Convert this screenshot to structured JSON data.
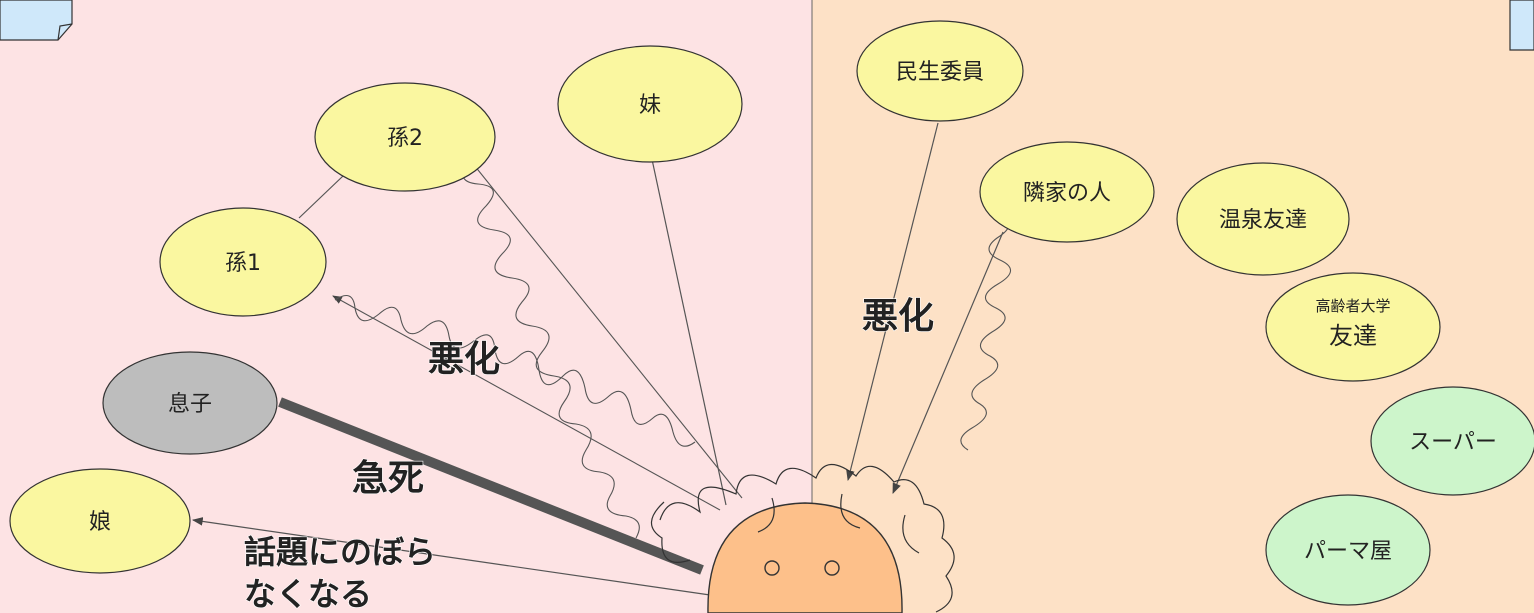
{
  "colors": {
    "family_panel": "#FDE3E4",
    "community_panel": "#FDE1C6",
    "person_node": "#FAF7A0",
    "deceased_node": "#BDBDBD",
    "service_node": "#CDF5CB",
    "self_face": "#FDC08A",
    "line": "#555555"
  },
  "family": {
    "grandchild2": "孫2",
    "sister": "妹",
    "grandchild1": "孫1",
    "son": "息子",
    "daughter": "娘"
  },
  "community": {
    "welfare_volunteer": "民生委員",
    "neighbor": "隣家の人",
    "hot_spring_friends": "温泉友達",
    "senior_college_small": "高齢者大学",
    "senior_college_big": "友達",
    "supermarket": "スーパー",
    "perm_salon": "パーマ屋"
  },
  "annotations": {
    "worsened_left": "悪化",
    "worsened_right": "悪化",
    "sudden_death": "急死",
    "no_longer_mentioned_line1": "話題にのぼら",
    "no_longer_mentioned_line2": "なくなる"
  }
}
